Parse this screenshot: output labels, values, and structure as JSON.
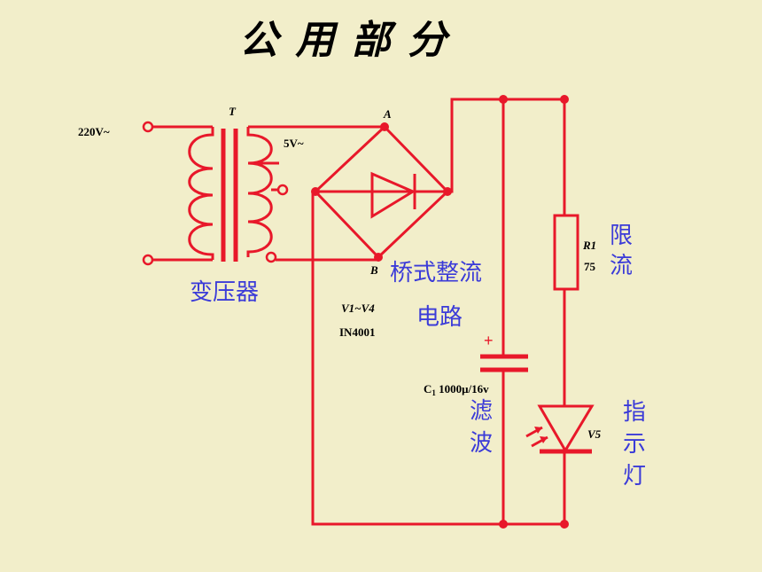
{
  "title": "公 用 部 分",
  "labels": {
    "input_voltage": "220V~",
    "transformer_ref": "T",
    "output_voltage": "5V~",
    "node_a": "A",
    "node_b": "B",
    "diodes_ref": "V1~V4",
    "diode_model": "IN4001",
    "capacitor_polarity": "+",
    "capacitor_ref": "C",
    "capacitor_sub": "1",
    "capacitor_value": " 1000μ/16v",
    "resistor_ref": "R1",
    "resistor_value": "75",
    "led_ref": "V5"
  },
  "annotations": {
    "transformer": "变压器",
    "bridge_line1": "桥式整流",
    "bridge_line2": "电路",
    "filter_line1": "滤",
    "filter_line2": "波",
    "limit_line1": "限",
    "limit_line2": "流",
    "indicator_line1": "指",
    "indicator_line2": "示",
    "indicator_line3": "灯"
  },
  "colors": {
    "background": "#f2eeca",
    "wire": "#e8182a",
    "annotation": "#3b3bd8"
  }
}
